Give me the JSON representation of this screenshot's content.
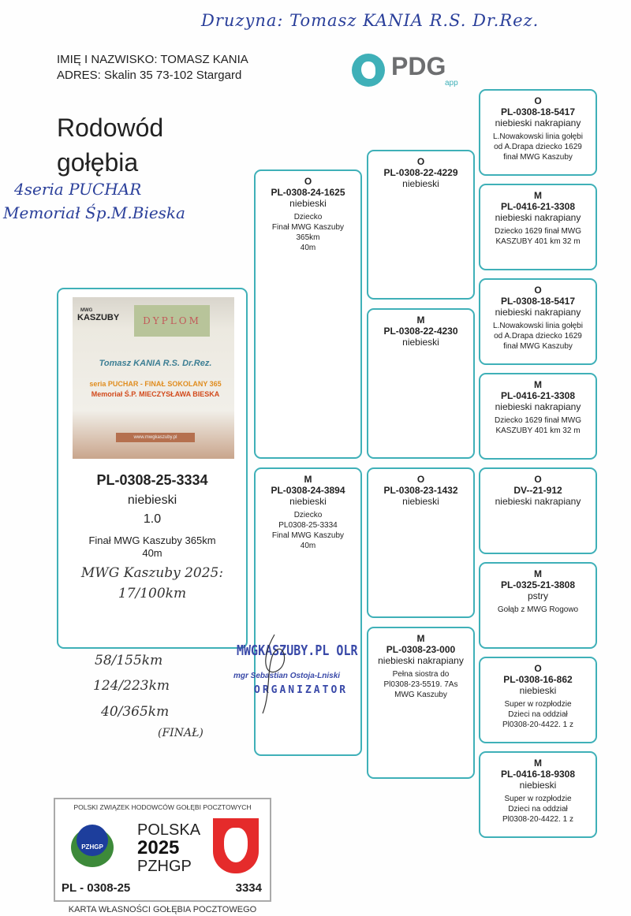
{
  "handwriting": {
    "team": "Druzyna: Tomasz KANIA R.S. Dr.Rez.",
    "series_line1": "4seria PUCHAR",
    "series_line2": "Memoriał Śp.M.Bieska",
    "results": [
      "MWG Kaszuby 2025:",
      "17/100km",
      "58/155km",
      "124/223km",
      "40/365km",
      "(FINAŁ)"
    ]
  },
  "owner": {
    "name": "IMIĘ I NAZWISKO: TOMASZ  KANIA",
    "address": "ADRES: Skalin 35 73-102 Stargard"
  },
  "logo": {
    "name": "PDG",
    "sub": "app",
    "color": "#3fb0b8"
  },
  "title": [
    "Rodowód",
    "gołębia"
  ],
  "photo": {
    "brand": "KASZUBY",
    "brand_top": "MWG",
    "diploma": "DYPLOM",
    "name": "Tomasz KANIA R.S. Dr.Rez.",
    "line1": "seria PUCHAR - FINAŁ SOKOLANY 365",
    "line2": "Memoriał Ś.P. MIECZYSŁAWA BIESKA",
    "url": "www.mwgkaszuby.pl"
  },
  "main": {
    "ring": "PL-0308-25-3334",
    "color": "niebieski",
    "value": "1.0",
    "note1": "Finał MWG Kaszuby 365km",
    "note2": "40m"
  },
  "stamp": {
    "line1": "MWGKASZUBY.PL OLR",
    "line2": "mgr Sebastian Ostoja-Lniski",
    "line3": "ORGANIZATOR"
  },
  "parents": [
    {
      "sex": "O",
      "ring": "PL-0308-24-1625",
      "color": "niebieski",
      "notes": [
        "Dziecko",
        "Finał MWG Kaszuby",
        "365km",
        "40m"
      ]
    },
    {
      "sex": "M",
      "ring": "PL-0308-24-3894",
      "color": "niebieski",
      "notes": [
        "Dziecko",
        "PL0308-25-3334",
        "Final MWG Kaszuby",
        "40m"
      ]
    }
  ],
  "grandparents": [
    {
      "sex": "O",
      "ring": "PL-0308-22-4229",
      "color": "niebieski",
      "notes": []
    },
    {
      "sex": "M",
      "ring": "PL-0308-22-4230",
      "color": "niebieski",
      "notes": []
    },
    {
      "sex": "O",
      "ring": "PL-0308-23-1432",
      "color": "niebieski",
      "notes": []
    },
    {
      "sex": "M",
      "ring": "PL-0308-23-000",
      "color": "niebieski nakrapiany",
      "notes": [
        "Pełna siostra do",
        "Pl0308-23-5519.  7As",
        "MWG Kaszuby"
      ]
    }
  ],
  "great_grandparents": [
    {
      "sex": "O",
      "ring": "PL-0308-18-5417",
      "color": "niebieski nakrapiany",
      "notes": [
        "L.Nowakowski linia gołębi",
        "od A.Drapa  dziecko 1629",
        "finał MWG Kaszuby"
      ]
    },
    {
      "sex": "M",
      "ring": "PL-0416-21-3308",
      "color": "niebieski nakrapiany",
      "notes": [
        "Dziecko 1629 finał MWG",
        "KASZUBY 401 km  32 m"
      ]
    },
    {
      "sex": "O",
      "ring": "PL-0308-18-5417",
      "color": "niebieski nakrapiany",
      "notes": [
        "L.Nowakowski linia gołębi",
        "od A.Drapa  dziecko 1629",
        "finał MWG Kaszuby"
      ]
    },
    {
      "sex": "M",
      "ring": "PL-0416-21-3308",
      "color": "niebieski nakrapiany",
      "notes": [
        "Dziecko 1629 finał MWG",
        "KASZUBY 401 km  32 m"
      ]
    },
    {
      "sex": "O",
      "ring": "DV--21-912",
      "color": "niebieski nakrapiany",
      "notes": []
    },
    {
      "sex": "M",
      "ring": "PL-0325-21-3808",
      "color": "pstry",
      "notes": [
        "Gołąb z MWG Rogowo"
      ]
    },
    {
      "sex": "O",
      "ring": "PL-0308-16-862",
      "color": "niebieski",
      "notes": [
        "Super w rozpłodzie",
        "Dzieci na oddział",
        "Pl0308-20-4422. 1 z"
      ]
    },
    {
      "sex": "M",
      "ring": "PL-0416-18-9308",
      "color": "niebieski",
      "notes": [
        "Super w rozpłodzie",
        "Dzieci na oddział",
        "Pl0308-20-4422.  1 z"
      ]
    }
  ],
  "card": {
    "header": "POLSKI ZWIĄZEK HODOWCÓW GOŁĘBI POCZTOWYCH",
    "country": "POLSKA",
    "year": "2025",
    "org": "PZHGP",
    "badge": "PZHGP",
    "ring_prefix": "PL - 0308-25",
    "ring_number": "3334",
    "footer": "KARTA  WŁASNOŚCI GOŁĘBIA POCZTOWEGO"
  }
}
